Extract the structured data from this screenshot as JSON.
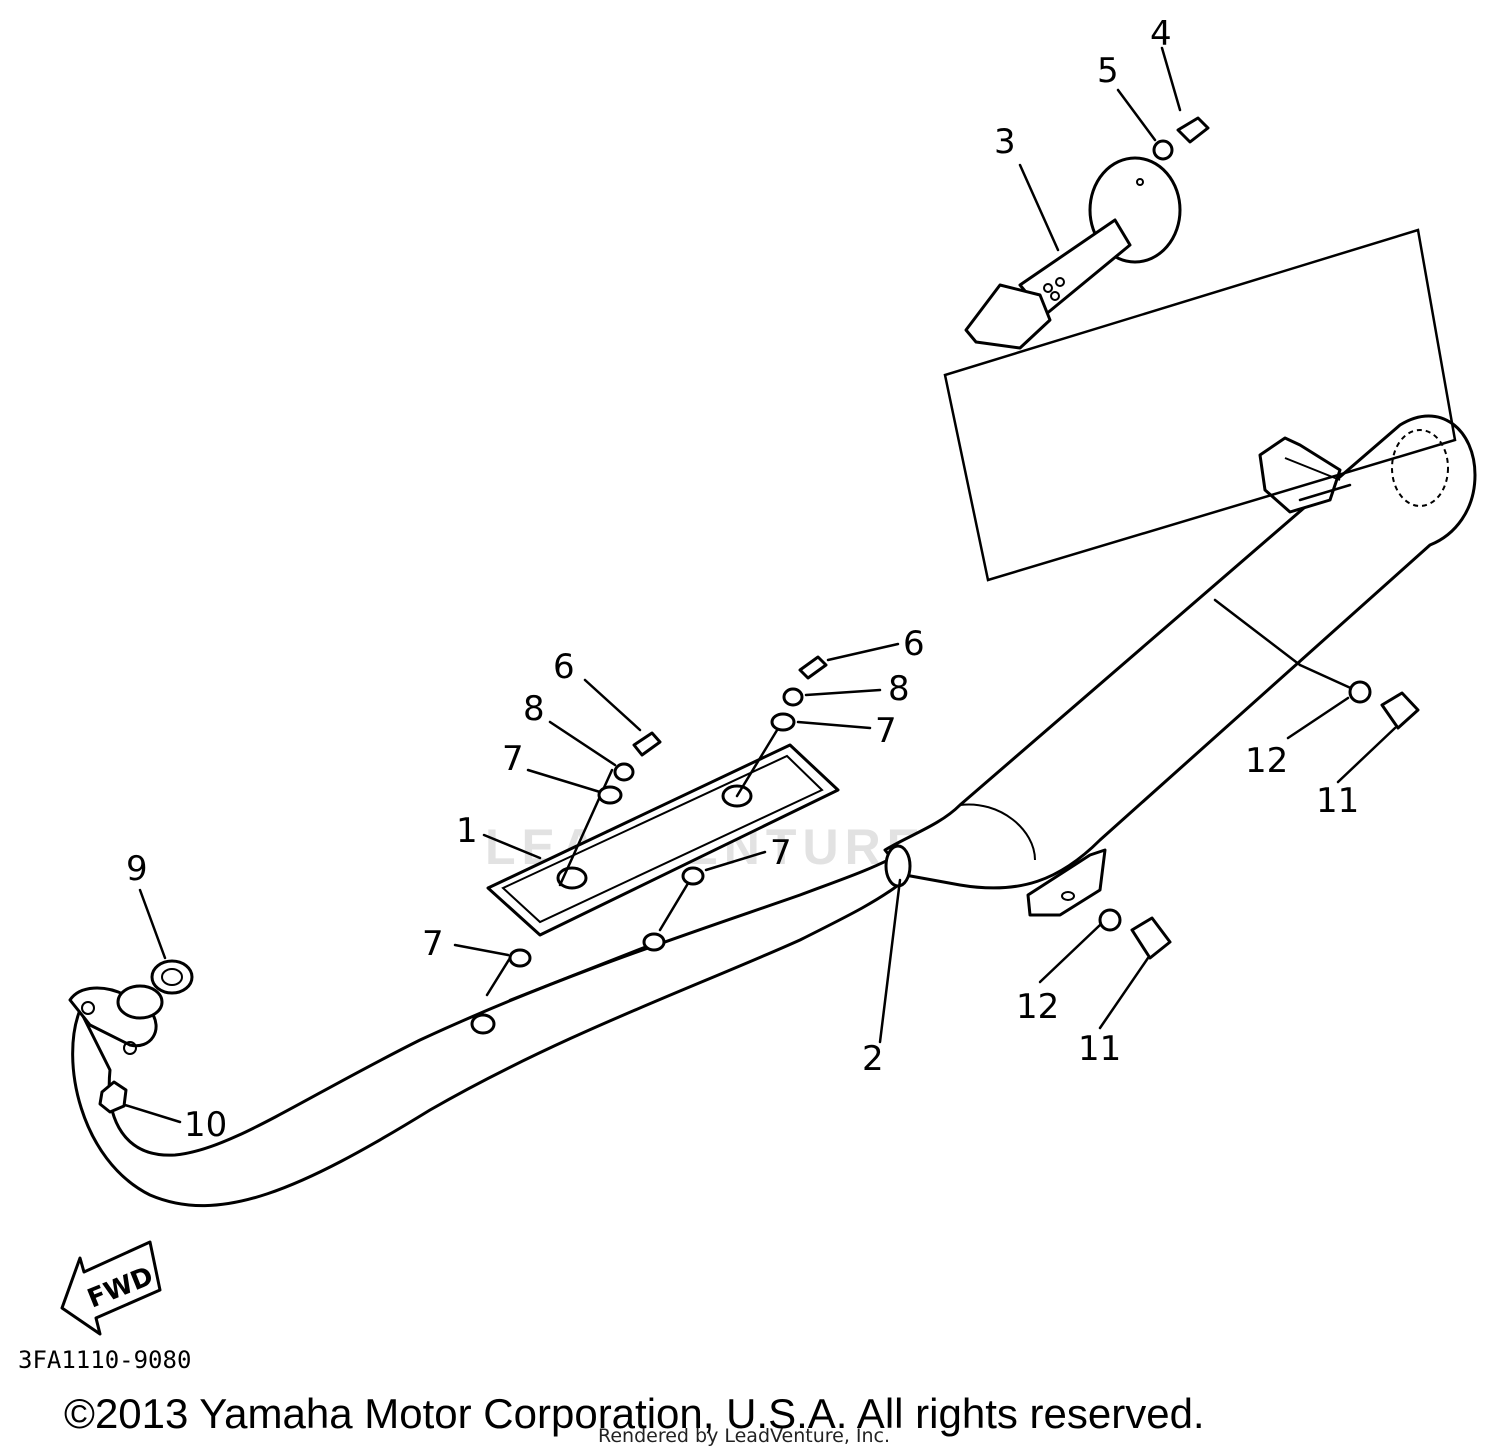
{
  "diagram": {
    "callouts": {
      "c1": "1",
      "c2": "2",
      "c3": "3",
      "c4": "4",
      "c5": "5",
      "c6a": "6",
      "c6b": "6",
      "c7a": "7",
      "c7b": "7",
      "c7c": "7",
      "c7d": "7",
      "c8a": "8",
      "c8b": "8",
      "c9": "9",
      "c10": "10",
      "c11a": "11",
      "c11b": "11",
      "c12a": "12",
      "c12b": "12"
    },
    "fwd_label": "FWD",
    "diagram_code": "3FA1110-9080",
    "watermark": "LEADVENTURE"
  },
  "footer": {
    "copyright": "©2013 Yamaha Motor Corporation, U.S.A. All rights reserved.",
    "rendered_by": "Rendered by LeadVenture, Inc."
  },
  "colors": {
    "line": "#000000",
    "background": "#ffffff",
    "watermark": "#e2e2e2"
  }
}
